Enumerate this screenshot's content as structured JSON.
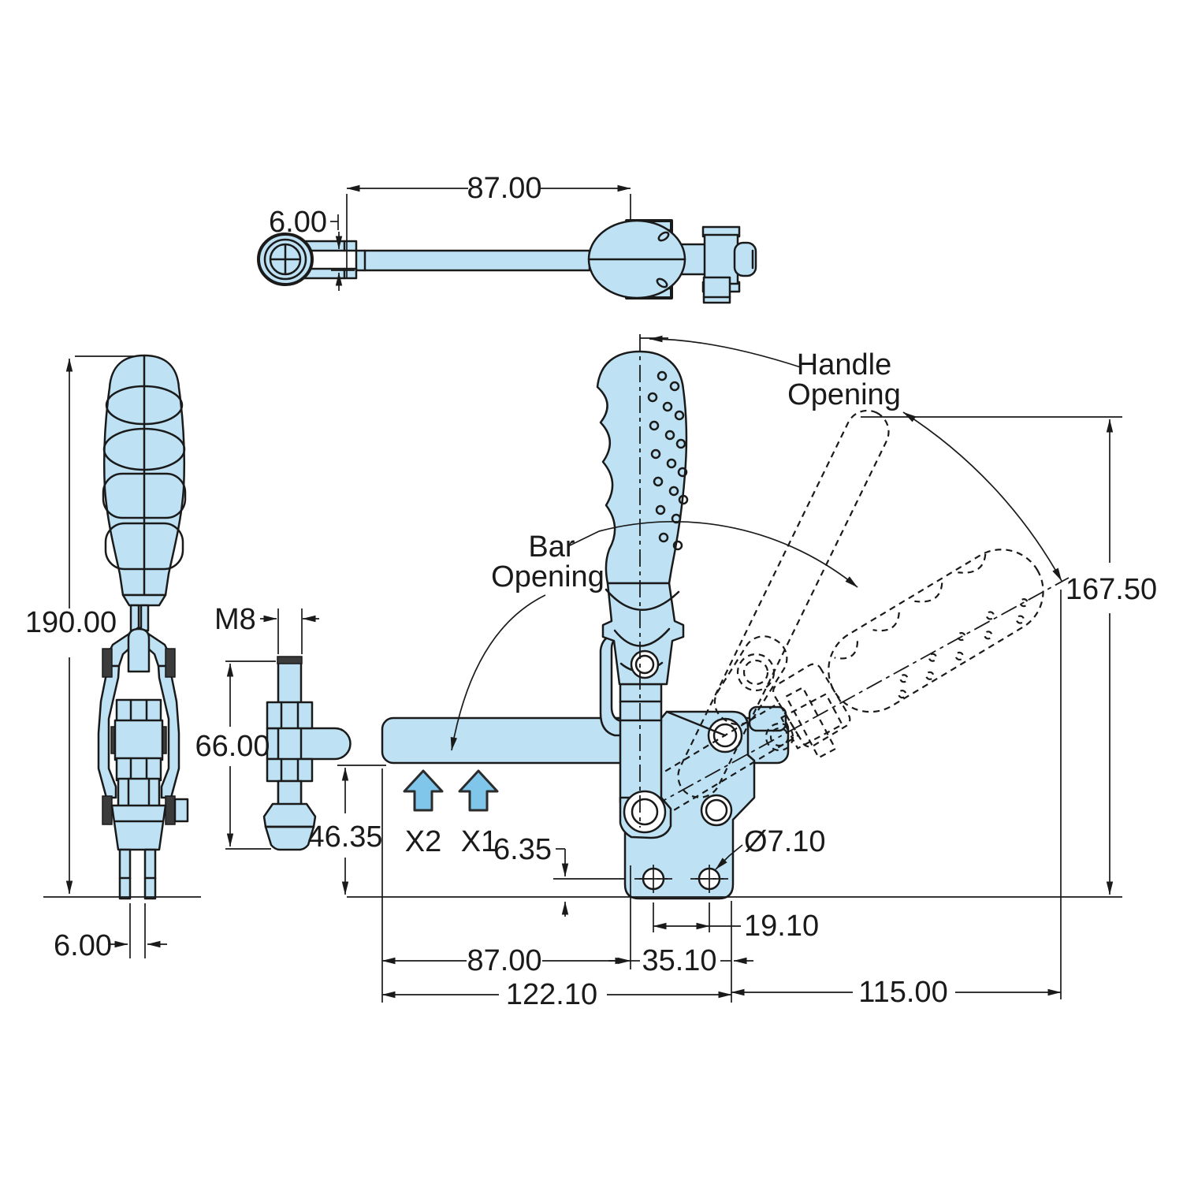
{
  "colors": {
    "body_fill": "#bee2f4",
    "arrow_fill": "#7fc6ea",
    "line": "#1a1a1a",
    "dark_fill": "#3b3b3b",
    "background": "#ffffff"
  },
  "labels": {
    "handle_opening_line1": "Handle",
    "handle_opening_line2": "Opening",
    "bar_opening_line1": "Bar",
    "bar_opening_line2": "Opening",
    "position_x2": "X2",
    "position_x1": "X1"
  },
  "dims": {
    "top_view_arm_length": "87.00",
    "top_view_bar_thickness": "6.00",
    "side_view_overall_height": "190.00",
    "side_view_prong_gap": "6.00",
    "spindle_thread": "M8",
    "spindle_length": "66.00",
    "bar_underside_height": "46.35",
    "hole_edge_offset": "6.35",
    "mounting_hole_diameter": "Ø7.10",
    "mounting_hole_spacing": "19.10",
    "bar_length": "87.00",
    "base_depth": "35.10",
    "overall_length": "122.10",
    "handle_reach": "115.00",
    "handle_open_height": "167.50"
  }
}
